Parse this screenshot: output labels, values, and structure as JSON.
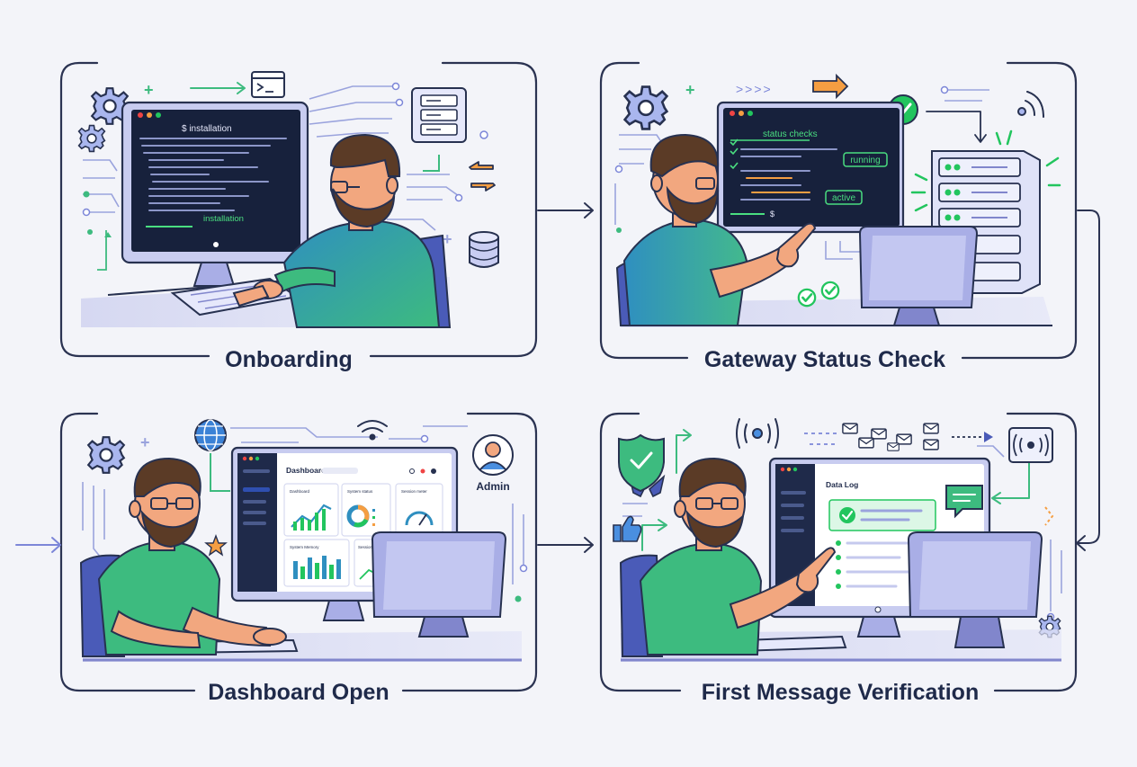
{
  "panels": [
    {
      "id": "onboarding",
      "caption": "Onboarding",
      "terminal_title": "$ installation",
      "terminal_footer": "installation"
    },
    {
      "id": "gateway",
      "caption": "Gateway Status Check",
      "terminal_title": "status checks",
      "badges": [
        "running",
        "active"
      ],
      "prompt": "$"
    },
    {
      "id": "dashboard",
      "caption": "Dashboard Open",
      "dashboard_title": "Dashboard",
      "cards": [
        "Dashboard",
        "System status",
        "Session meter",
        "System Memory",
        "Session ratio"
      ],
      "user_label": "Admin"
    },
    {
      "id": "first-message",
      "caption": "First Message Verification",
      "log_title": "Data Log"
    }
  ],
  "colors": {
    "navy": "#1f2a4a",
    "outline": "#273150",
    "green": "#22c55e",
    "green_soft": "#4ade80",
    "shirt_green": "#3dbb7f",
    "shirt_blue": "#2f8fc0",
    "beard": "#5b3b26",
    "skin": "#f2a77f",
    "lavender": "#a9aee6",
    "lavender_dark": "#8186cc",
    "accent_orange": "#f59e42"
  }
}
